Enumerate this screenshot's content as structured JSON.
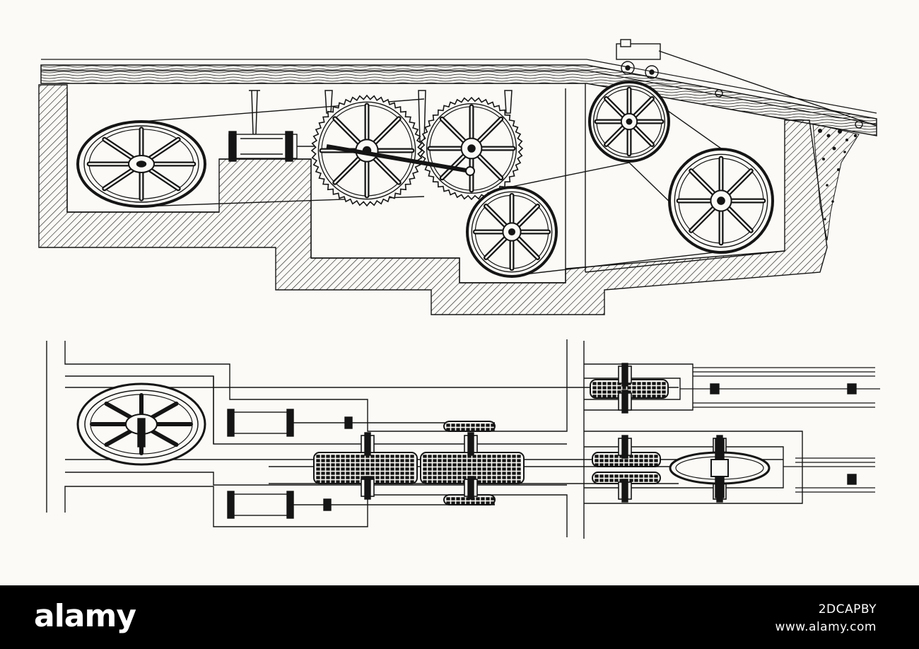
{
  "footer": {
    "brand": "alamy",
    "image_id": "2DCAPBY",
    "site_url": "www.alamy.com"
  },
  "colors": {
    "paper": "#fbfaf6",
    "ink": "#151515",
    "footer_background": "#000000",
    "footer_text": "#ffffff"
  }
}
